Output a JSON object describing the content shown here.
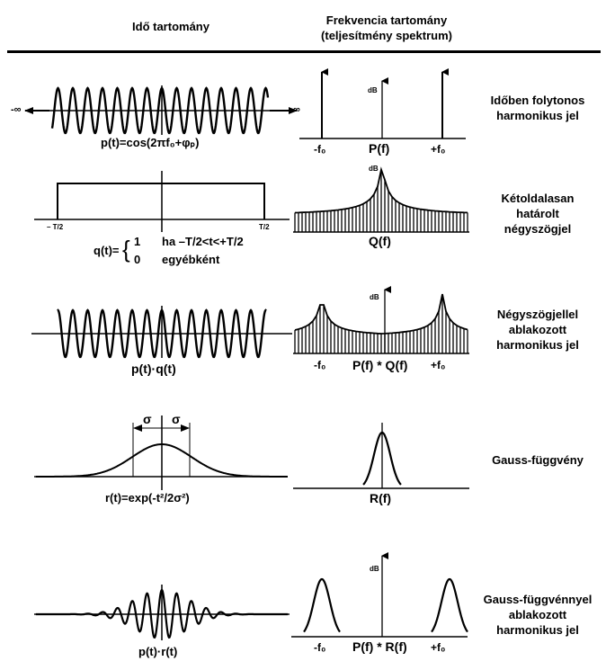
{
  "header": {
    "time_domain": "Idő tartomány",
    "freq_domain_line1": "Frekvencia tartomány",
    "freq_domain_line2": "(teljesítmény spektrum)"
  },
  "rows": [
    {
      "time_formula": "p(t)=cos(2πf₀+φₚ)",
      "time_neg_inf": "-∞",
      "time_pos_inf": "∞",
      "freq_neg": "-f₀",
      "freq_center": "P(f)",
      "freq_pos": "+f₀",
      "db": "dB",
      "label": [
        "Időben folytonos",
        "harmonikus jel"
      ]
    },
    {
      "time_formula_prefix": "q(t)=",
      "case1_value": "1",
      "case1_cond": "ha –T/2<t<+T/2",
      "case2_value": "0",
      "case2_cond": "egyébként",
      "tick_neg": "– T/2",
      "tick_pos": "T/2",
      "freq_center": "Q(f)",
      "db": "dB",
      "label": [
        "Kétoldalasan",
        "határolt",
        "négyszögjel"
      ]
    },
    {
      "time_formula": "p(t)·q(t)",
      "freq_neg": "-f₀",
      "freq_center": "P(f) * Q(f)",
      "freq_pos": "+f₀",
      "db": "dB",
      "label": [
        "Négyszögjellel",
        "ablakozott",
        "harmonikus jel"
      ]
    },
    {
      "time_formula": "r(t)=exp(-t²/2σ²)",
      "sigma": "σ",
      "freq_center": "R(f)",
      "label": [
        "Gauss-függvény"
      ]
    },
    {
      "time_formula": "p(t)·r(t)",
      "freq_neg": "-f₀",
      "freq_center": "P(f) * R(f)",
      "freq_pos": "+f₀",
      "db": "dB",
      "label": [
        "Gauss-függvénnyel",
        "ablakozott",
        "harmonikus jel"
      ]
    }
  ]
}
